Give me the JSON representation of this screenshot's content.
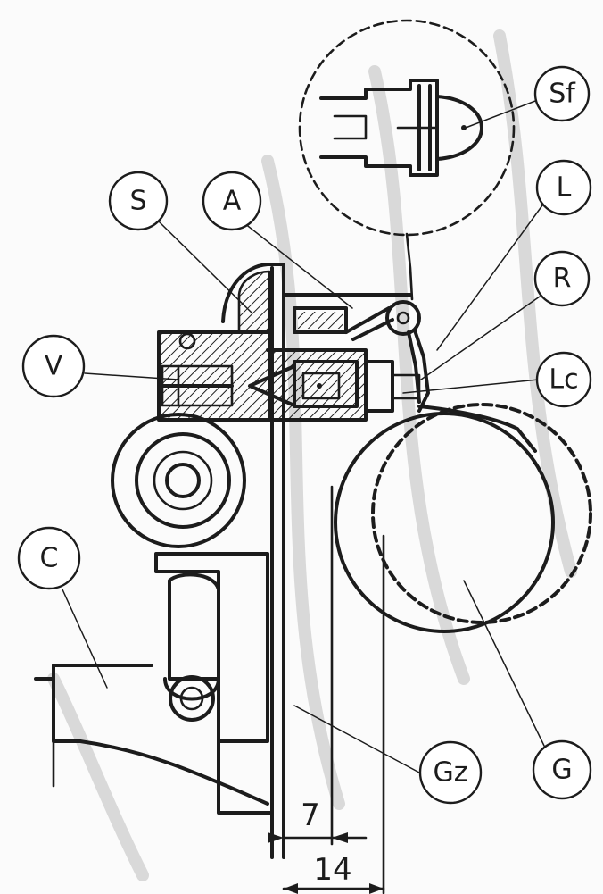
{
  "callouts": {
    "sf": "Sf",
    "s": "S",
    "a": "A",
    "l": "L",
    "r": "R",
    "v": "V",
    "lc": "Lc",
    "c": "C",
    "gz": "Gz",
    "g": "G"
  },
  "dimensions": {
    "inner": "7",
    "outer": "14"
  }
}
